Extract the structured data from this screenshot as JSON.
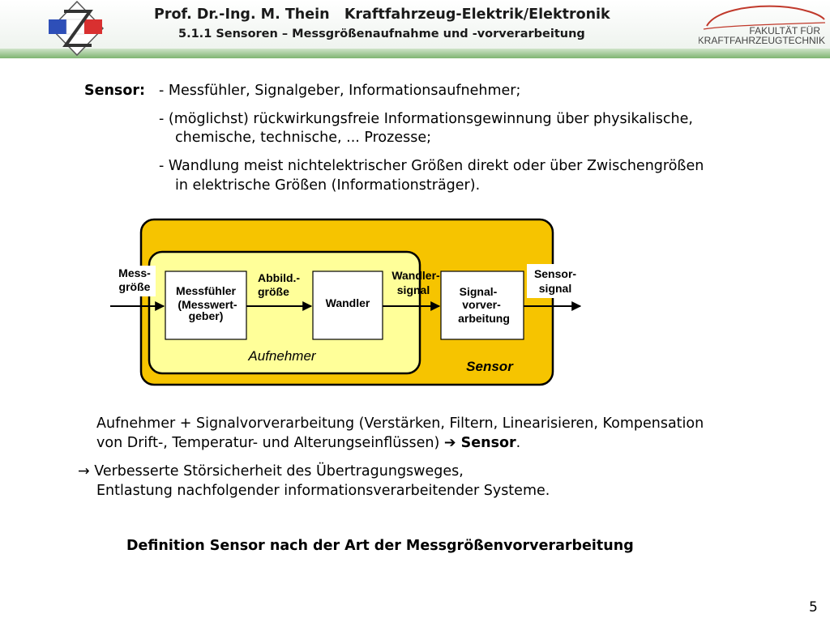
{
  "header": {
    "title": "Prof. Dr.-Ing. M. Thein   Kraftfahrzeug-Elektrik/Elektronik",
    "subtitle": "5.1.1 Sensoren – Messgrößenaufnahme und -vorverarbeitung",
    "faculty_line1": "FAKULTÄT FÜR",
    "faculty_line2": "KRAFTFAHRZEUGTECHNIK"
  },
  "definition": {
    "term": "Sensor:",
    "line1": "- Messfühler, Signalgeber, Informationsaufnehmer;",
    "line2a": "- (möglichst) rückwirkungsfreie Informationsgewinnung über physikalische,",
    "line2b": "chemische, technische, ... Prozesse;",
    "line3a": "- Wandlung meist nichtelektrischer Größen direkt oder über Zwischengrößen",
    "line3b": "in elektrische Größen (Informationsträger)."
  },
  "diagram": {
    "input_line1": "Mess-",
    "input_line2": "größe",
    "box1_line1": "Messfühler",
    "box1_line2": "(Messwert-",
    "box1_line3": "geber)",
    "mid1_line1": "Abbild.-",
    "mid1_line2": "größe",
    "box2": "Wandler",
    "mid2_line1": "Wandler-",
    "mid2_line2": "signal",
    "box3_line1": "Signal-",
    "box3_line2": "vorver-",
    "box3_line3": "arbeitung",
    "output_line1": "Sensor-",
    "output_line2": "signal",
    "inner_label": "Aufnehmer",
    "outer_label": "Sensor"
  },
  "body": {
    "para1a": "Aufnehmer + Signalvorverarbeitung (Verstärken, Filtern, Linearisieren, Kompensation",
    "para1b_text": "von Drift-, Temperatur- und Alterungseinflüssen) ",
    "para1b_arrow": "➔",
    "para1b_bold": " Sensor",
    "para1b_end": ".",
    "para2_arrow": "→",
    "para2a": " Verbesserte Störsicherheit des Übertragungsweges,",
    "para2b": "Entlastung nachfolgender informationsverarbeitender Systeme.",
    "heading": "Definition Sensor nach der Art der Messgrößenvorverarbeitung"
  },
  "page_number": "5",
  "colors": {
    "outer_box": "#f6c400",
    "inner_box": "#ffff99",
    "header_band": "#7fb571"
  }
}
